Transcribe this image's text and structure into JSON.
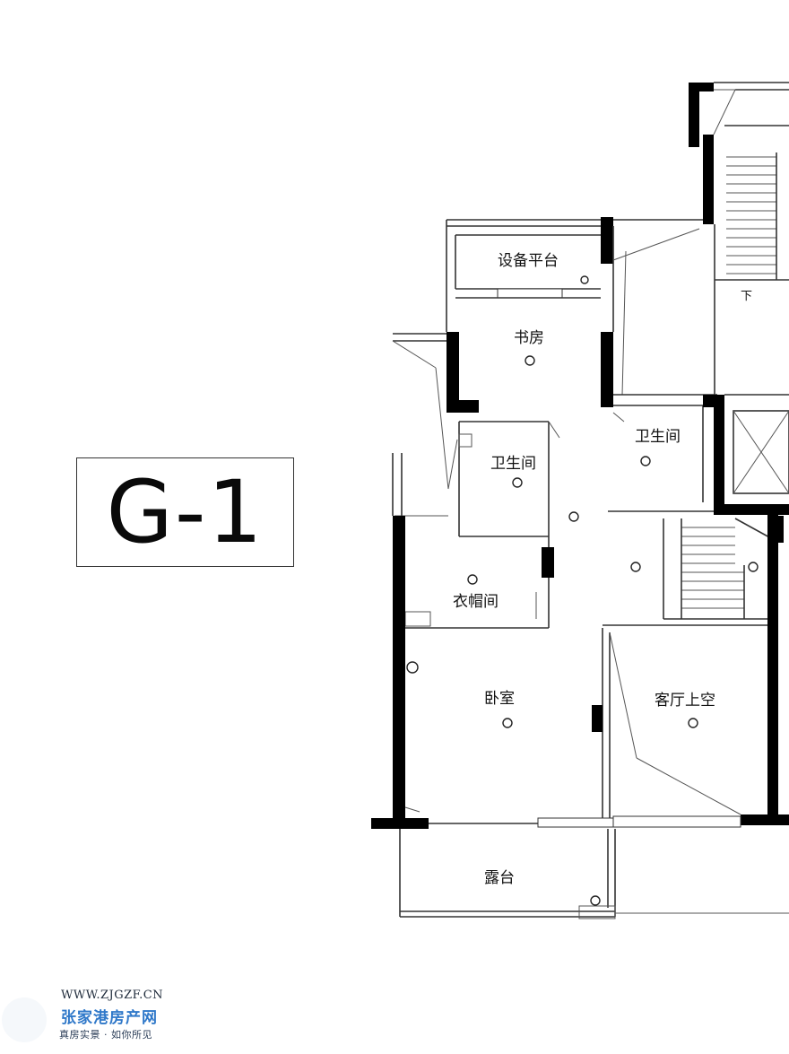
{
  "plan_title": "G-1",
  "rooms": {
    "equipment_platform": "设备平台",
    "study": "书房",
    "bathroom_a": "卫生间",
    "bathroom_b": "卫生间",
    "cloakroom": "衣帽间",
    "bedroom": "卧室",
    "living_void": "客厅上空",
    "terrace": "露台"
  },
  "stair_direction": "下",
  "watermark": {
    "url": "WWW.ZJGZF.CN",
    "name": "张家港房产网",
    "slogan": "真房实景 · 如你所见"
  }
}
